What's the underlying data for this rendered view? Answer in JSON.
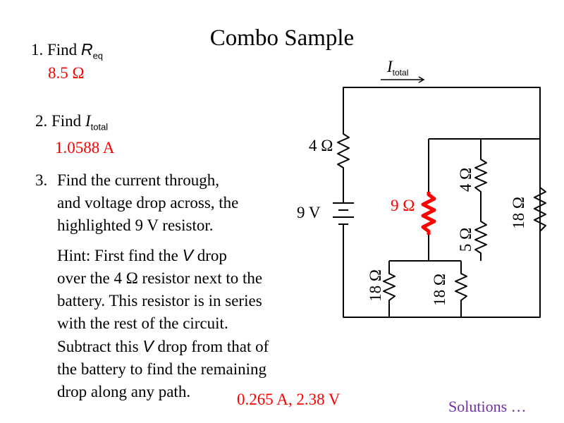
{
  "title": "Combo Sample",
  "colors": {
    "answer": "#ff0000",
    "solutions": "#7030a0",
    "wire": "#000000",
    "highlight": "#ff0000"
  },
  "questions": {
    "q1": {
      "prefix": "1. Find ",
      "var": "R",
      "sub": "eq",
      "answer": "8.5 Ω"
    },
    "q2": {
      "prefix": "2. Find ",
      "var": "I",
      "sub": "total",
      "answer": "1.0588 A"
    },
    "q3": {
      "number": "3.",
      "lines": [
        "Find the current through,",
        "and voltage drop across, the",
        "highlighted 9 V resistor."
      ]
    }
  },
  "hint": {
    "l1a": "Hint: First find the ",
    "l1v": "V",
    "l1b": " drop",
    "l2": "over the 4 Ω resistor next to the",
    "l3": "battery. This resistor is in series",
    "l4": "with the rest of the circuit.",
    "l5a": "Subtract this ",
    "l5v": "V",
    "l5b": " drop from that of",
    "l6": "the battery to find the remaining",
    "l7": "drop along any path."
  },
  "answer3": "0.265 A,  2.38 V",
  "solutions": "Solutions …",
  "circuit": {
    "current_label": "I",
    "current_sub": "total",
    "battery": "9 V",
    "r_series": "4 Ω",
    "r_highlight": "9 Ω",
    "r_mid_top": "4 Ω",
    "r_mid_bottom": "5 Ω",
    "r_right": "18 Ω",
    "r_par_left": "18 Ω",
    "r_par_right": "18 Ω"
  }
}
